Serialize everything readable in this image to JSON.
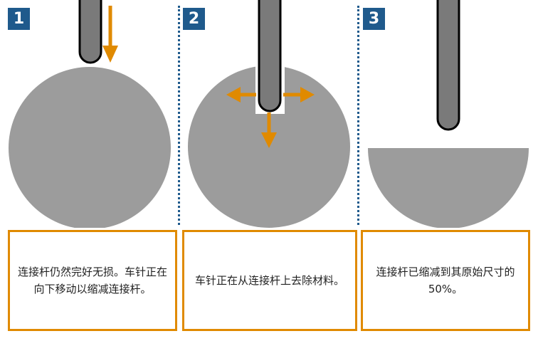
{
  "colors": {
    "badge": "#1f5a8c",
    "accent": "#e08a00",
    "material": "#9c9c9c",
    "tool": "#7a7a7a",
    "divider": "#1f5a8c"
  },
  "panels": [
    {
      "number": "1",
      "caption": "连接杆仍然完好无损。车针正在向下移动以缩减连接杆。"
    },
    {
      "number": "2",
      "caption": "车针正在从连接杆上去除材料。"
    },
    {
      "number": "3",
      "caption": "连接杆已缩减到其原始尺寸的 50%。"
    }
  ]
}
